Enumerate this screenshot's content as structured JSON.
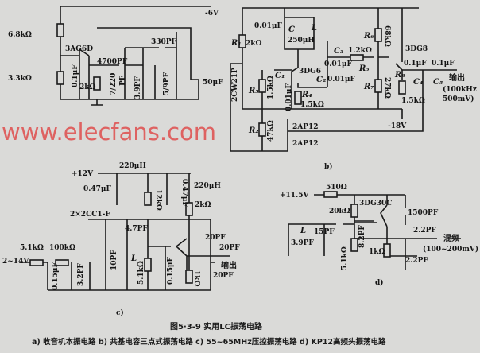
{
  "watermark": "www.elecfans.com",
  "a": {
    "r1": "6.8kΩ",
    "r2": "3.3kΩ",
    "q": "3AG6D",
    "c1": "0.1μF",
    "r3": "2kΩ",
    "c2": "4700PF",
    "c3": "7/220",
    "c3u": "PF",
    "c4": "330PF",
    "c5": "3.9PF",
    "c6": "5/9PF",
    "c7": "50μF",
    "vcc": "-6V"
  },
  "b": {
    "c0": "0.01μF",
    "c": "C",
    "l": "L",
    "lval": "250μH",
    "r1": "R₁",
    "r1v": "2kΩ",
    "z": "2CW21P",
    "q1": "3DG6",
    "c3": "C₃",
    "r5v": "1.2kΩ",
    "r5": "R₅",
    "c3v": "0.01μF",
    "c2": "C₂",
    "c2v": "0.01μF",
    "r3": "R₃",
    "r3v": "1.5kΩ",
    "c1": "C₁",
    "c1v": "0.01μF",
    "r4": "R₄",
    "r4v": "1.5kΩ",
    "r6": "R₆",
    "r6v": "68kΩ",
    "r7": "R₇",
    "r7v": "27kΩ",
    "q2": "3DG8",
    "r8": "R₈",
    "r8v": "1.5kΩ",
    "c4v": "0.1μF",
    "c4": "C₄",
    "c5v": "0.1μF",
    "c5": "C₅",
    "out": "输出",
    "freq": "(100kHz",
    "amp": "500mV)",
    "vee": "-18V",
    "r2": "R₂",
    "r2v": "47kΩ",
    "d1": "2AP12",
    "d2": "2AP12",
    "label": "b)"
  },
  "c": {
    "vcc": "+12V",
    "l1": "220μH",
    "c1": "0.47μF",
    "r1": "12kΩ",
    "c2": "0.47μF",
    "l2": "220μH",
    "r2": "2kΩ",
    "d": "2×2CC1-F",
    "c3": "4.7PF",
    "r3": "5.1kΩ",
    "r4": "100kΩ",
    "vin": "2~14V",
    "c4": "0.15μF",
    "c5": "3.2PF",
    "c6": "10PF",
    "l": "L",
    "r5": "5.1kΩ",
    "c7": "0.15μF",
    "r6": "1kΩ",
    "c8": "20PF",
    "c9": "20PF",
    "c10": "20PF",
    "out": "输出",
    "label": "c)"
  },
  "d": {
    "vcc": "+11.5V",
    "r1": "510Ω",
    "q": "3DG30C",
    "r2": "20kΩ",
    "c1": "1500PF",
    "l": "L",
    "c2": "15PF",
    "c3": "3.9PF",
    "c4": "8.2PF",
    "r3": "5.1kΩ",
    "r4": "1kΩ",
    "c5": "2.2PF",
    "c6": "2.2PF",
    "out": "混频",
    "amp": "(100~200mV)",
    "label": "d)"
  },
  "caption": {
    "title": "图5·3-9  实用LC振荡电路",
    "sub": "a) 收音机本振电路   b) 共基电容三点式振荡电路   c) 55~65MHz压控振荡电路   d) KP12高频头振荡电路"
  }
}
